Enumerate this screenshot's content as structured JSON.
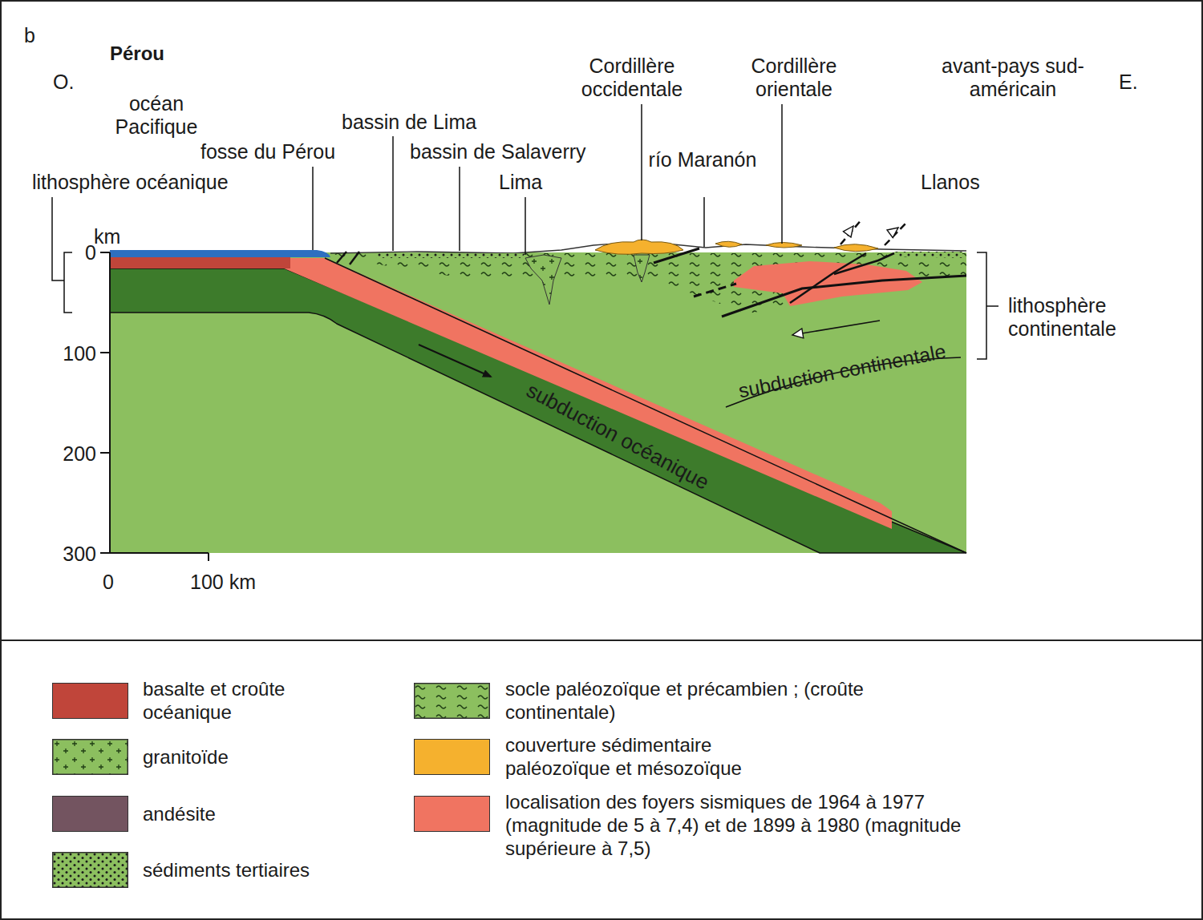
{
  "diagram": {
    "labels": [
      "b",
      "Pérou",
      "O.",
      "océan Pacifique",
      "fosse du Pérou",
      "lithosphère océanique",
      "bassin de Lima",
      "bassin de Salaverry",
      "Lima",
      "Cordillère occidentale",
      "río Maranón",
      "Cordillère orientale",
      "avant-pays sud-américain",
      "E.",
      "Llanos",
      "km",
      "0",
      "100",
      "200",
      "300",
      "0",
      "100 km",
      "lithosphère continentale",
      "subduction océanique",
      "subduction continentale"
    ],
    "legend": [
      {
        "text": "basalte et croûte océanique",
        "color": "#c0453a"
      },
      {
        "text": "granitoïde"
      },
      {
        "text": "andésite",
        "color": "#735460"
      },
      {
        "text": "sédiments tertiaires"
      },
      {
        "text": "socle paléozoïque et précambien ; (croûte continentale)"
      },
      {
        "text": "couverture sédimentaire paléozoïque et mésozoïque",
        "color": "#f5b12e"
      },
      {
        "text": "localisation des foyers sismiques de 1964 à 1977 (magnitude de 5 à 7,4) et de 1899 à 1980 (magnitude supérieure à 7,5)",
        "color": "#f07461"
      }
    ]
  }
}
